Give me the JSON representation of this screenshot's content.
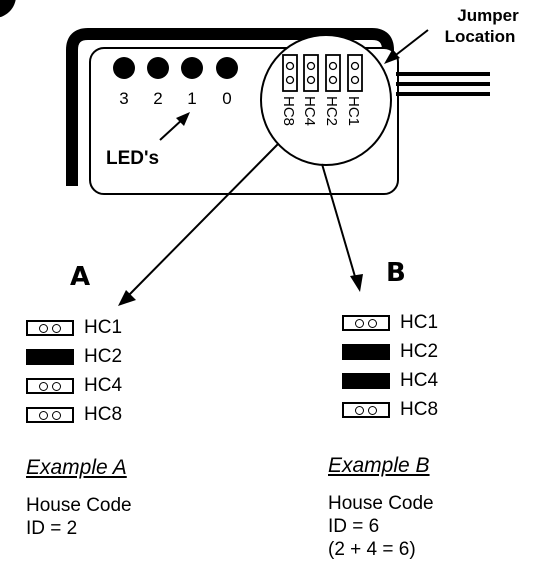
{
  "callout": {
    "line1": "Jumper",
    "line2": "Location"
  },
  "leds": {
    "labels": [
      "3",
      "2",
      "1",
      "0"
    ],
    "caption": "LED's"
  },
  "device_jumpers": [
    "HC1",
    "HC2",
    "HC4",
    "HC8"
  ],
  "example_a": {
    "letter": "A",
    "jumpers": [
      {
        "label": "HC1",
        "installed": false
      },
      {
        "label": "HC2",
        "installed": true
      },
      {
        "label": "HC4",
        "installed": false
      },
      {
        "label": "HC8",
        "installed": false
      }
    ],
    "title": "Example A",
    "text_line1": "House Code",
    "text_line2": "ID = 2"
  },
  "example_b": {
    "letter": "B",
    "jumpers": [
      {
        "label": "HC1",
        "installed": false
      },
      {
        "label": "HC2",
        "installed": true
      },
      {
        "label": "HC4",
        "installed": true
      },
      {
        "label": "HC8",
        "installed": false
      }
    ],
    "title": "Example B",
    "text_line1": "House Code",
    "text_line2": "ID = 6",
    "text_line3": "(2 + 4 = 6)"
  }
}
